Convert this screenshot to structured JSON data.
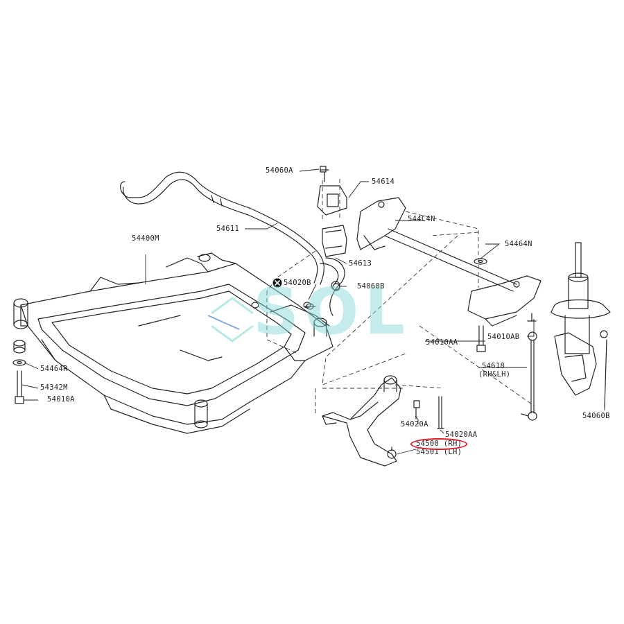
{
  "watermark": "SOL",
  "accent_color": "#e01a24",
  "watermark_color": "#7fd7d7",
  "parts": {
    "p54060A": "54060A",
    "p54614": "54614",
    "p544C4N": "544C4N",
    "p54611": "54611",
    "p54400M": "54400M",
    "p54613": "54613",
    "p54464N": "54464N",
    "p54020B": "54020B",
    "p54060B_top": "54060B",
    "p54010AA": "54010AA",
    "p54010AB": "54010AB",
    "p54618": "54618",
    "p54618_side": "(RH&LH)",
    "p54464R": "54464R",
    "p54342M": "54342M",
    "p54010A": "54010A",
    "p54020A": "54020A",
    "p54020AA": "54020AA",
    "p54500": "54500 (RH)",
    "p54501": "54501 (LH)",
    "p54060B_right": "54060B"
  }
}
